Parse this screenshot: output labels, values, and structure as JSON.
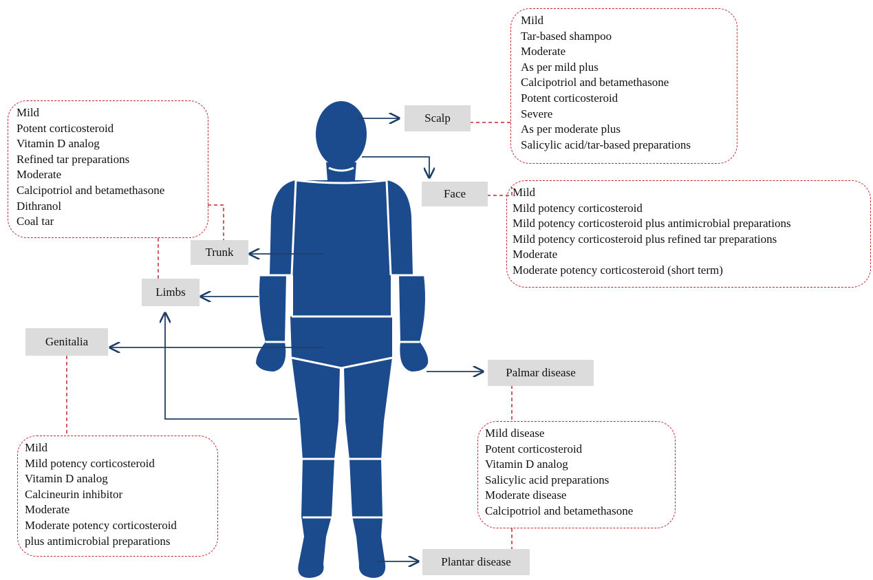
{
  "diagram": {
    "colors": {
      "body": "#1b4b8c",
      "connector": "#1f3e66",
      "dash": "#c0272d",
      "label_bg": "#dcdcdc"
    },
    "regions": {
      "scalp": {
        "label": "Scalp"
      },
      "face": {
        "label": "Face"
      },
      "trunk": {
        "label": "Trunk"
      },
      "limbs": {
        "label": "Limbs"
      },
      "genitalia": {
        "label": "Genitalia"
      },
      "palmar": {
        "label": "Palmar disease"
      },
      "plantar": {
        "label": "Plantar disease"
      }
    },
    "boxes": {
      "trunk_limbs": [
        "Mild",
        "Potent corticosteroid",
        "Vitamin D analog",
        "Refined tar preparations",
        "Moderate",
        "Calcipotriol and betamethasone",
        "Dithranol",
        "Coal tar"
      ],
      "scalp": [
        "Mild",
        "Tar-based shampoo",
        "Moderate",
        "As per mild plus",
        "Calcipotriol and betamethasone",
        "Potent corticosteroid",
        "Severe",
        "As per moderate plus",
        "Salicylic acid/tar-based preparations"
      ],
      "face": [
        "Mild",
        "Mild potency corticosteroid",
        "Mild potency corticosteroid plus antimicrobial preparations",
        "Mild potency corticosteroid plus refined tar preparations",
        "Moderate",
        "Moderate potency corticosteroid (short term)"
      ],
      "genitalia": [
        "Mild",
        "Mild potency corticosteroid",
        "Vitamin D analog",
        "Calcineurin inhibitor",
        "Moderate",
        "Moderate potency corticosteroid",
        "plus antimicrobial preparations"
      ],
      "palmar_plantar": [
        "Mild disease",
        "Potent corticosteroid",
        "Vitamin D analog",
        "Salicylic acid preparations",
        "Moderate disease",
        "Calcipotriol and betamethasone"
      ]
    }
  }
}
